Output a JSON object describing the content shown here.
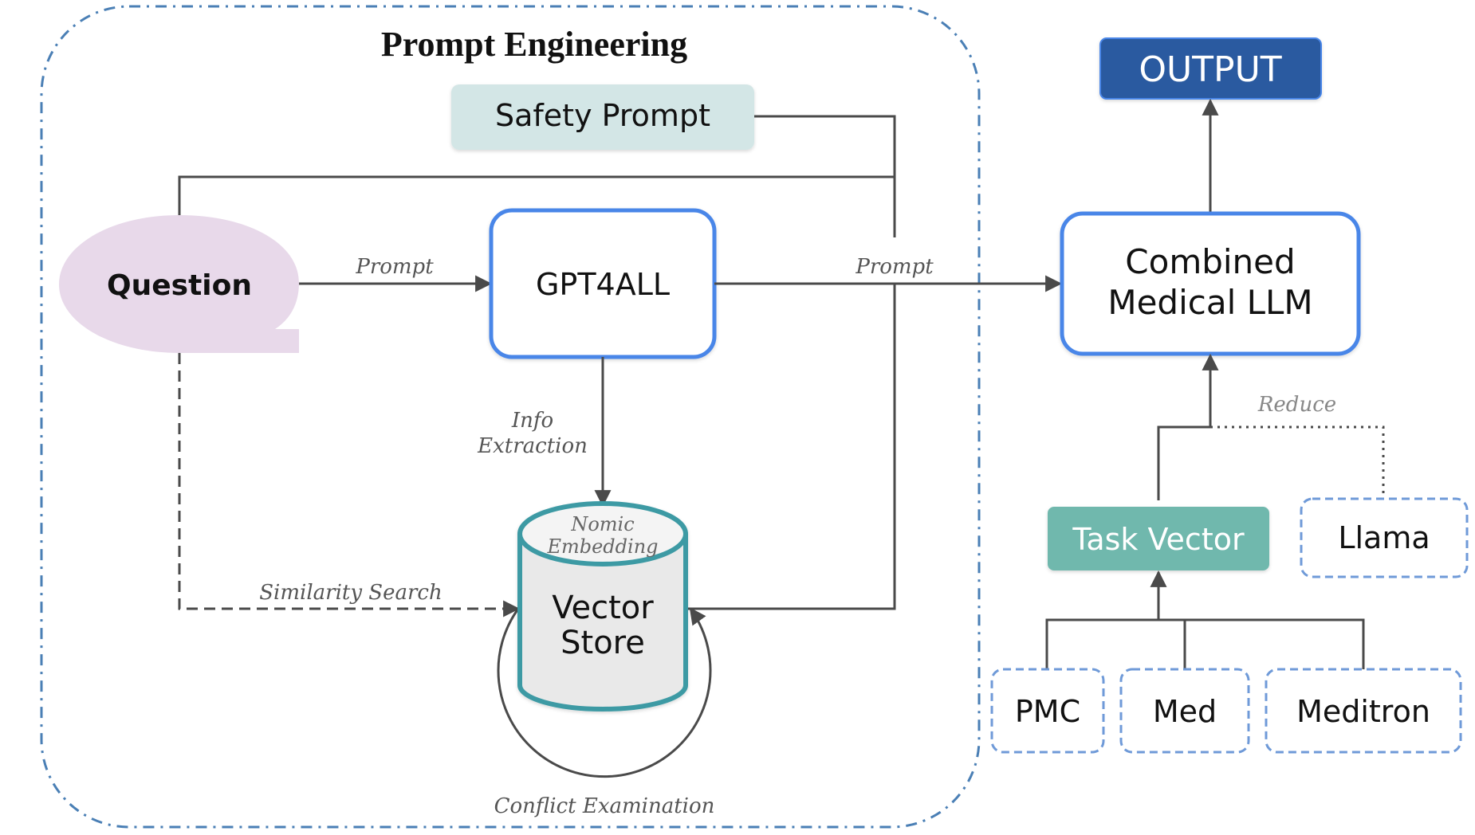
{
  "diagram": {
    "title": "Prompt Engineering",
    "nodes": {
      "question": "Question",
      "safety_prompt": "Safety Prompt",
      "gpt4all": "GPT4ALL",
      "vector_store_top": [
        "Nomic",
        "Embedding"
      ],
      "vector_store_label": [
        "Vector",
        "Store"
      ],
      "combined_llm": [
        "Combined",
        "Medical LLM"
      ],
      "output": "OUTPUT",
      "task_vector": "Task Vector",
      "llama": "Llama",
      "pmc": "PMC",
      "med": "Med",
      "meditron": "Meditron"
    },
    "edges": {
      "prompt_1": "Prompt",
      "prompt_2": "Prompt",
      "info_extraction": [
        "Info",
        "Extraction"
      ],
      "similarity_search": "Similarity Search",
      "conflict_examination": "Conflict Examination",
      "reduce": "Reduce"
    },
    "colors": {
      "frame": "#4a7fb5",
      "line": "#4a4a4a",
      "question_fill": "#e8d9ea",
      "safety_fill": "#d3e6e6",
      "node_border": "#4a86e8",
      "output_fill": "#2c5aa0",
      "task_vector_fill": "#6fb8ad",
      "dashed_border": "#6f9ad8",
      "cylinder_border": "#3d9aa4",
      "cylinder_fill": "#e9e9e9"
    }
  }
}
